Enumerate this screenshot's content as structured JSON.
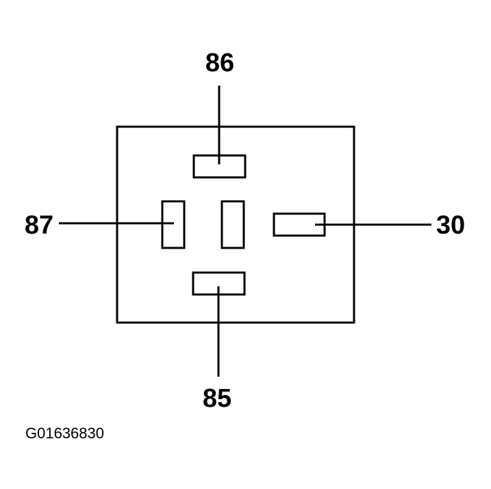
{
  "diagram": {
    "pins": {
      "top": "86",
      "left": "87",
      "right": "30",
      "bottom": "85"
    },
    "figure_id": "G01636830",
    "line_color": "#000000",
    "background": "#ffffff"
  }
}
